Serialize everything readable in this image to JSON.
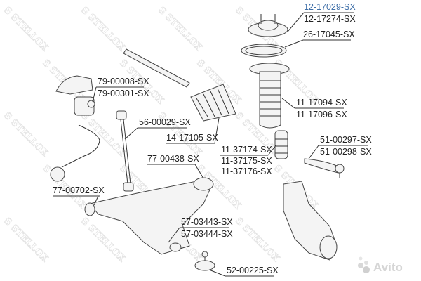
{
  "watermark": "STELLOX",
  "avito_logo": "Avito",
  "labels": {
    "top_mount": "12-17029-SX",
    "top_mount_alt": "12-17274-SX",
    "spring_pad": "26-17045-SX",
    "stab_bush_1": "79-00008-SX",
    "stab_bush_2": "79-00301-SX",
    "stab_link": "56-00029-SX",
    "steering_boot": "14-17105-SX",
    "dust_boot_1": "11-17094-SX",
    "dust_boot_2": "11-17096-SX",
    "bump_stop_1": "11-37174-SX",
    "bump_stop_2": "11-37175-SX",
    "bump_stop_3": "11-37176-SX",
    "tie_rod_end_1": "51-00297-SX",
    "tie_rod_end_2": "51-00298-SX",
    "arm_bush_rear": "77-00438-SX",
    "arm_bush_front": "77-00702-SX",
    "control_arm_1": "57-03443-SX",
    "control_arm_2": "57-03444-SX",
    "ball_joint": "52-00225-SX"
  },
  "colors": {
    "highlight": "#3f6fa8",
    "text": "#222222"
  }
}
